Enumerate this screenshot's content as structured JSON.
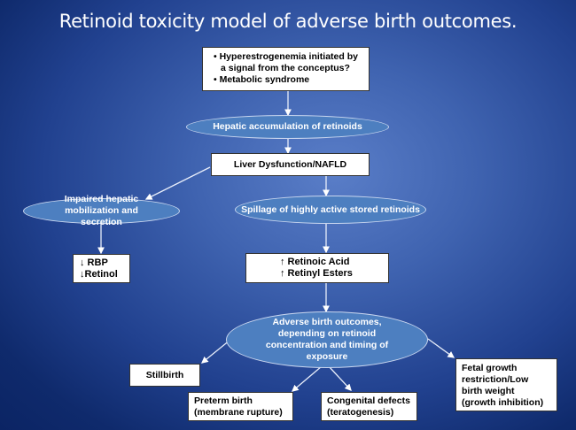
{
  "title": "Retinoid toxicity model of adverse birth outcomes.",
  "nodes": {
    "trigger": {
      "lines": [
        "• Hyperestrogenemia initiated by",
        "a signal from the conceptus?",
        "• Metabolic syndrome"
      ]
    },
    "hepatic_accumulation": {
      "label": "Hepatic accumulation of retinoids"
    },
    "liver_dysfunction": {
      "label": "Liver Dysfunction/NAFLD"
    },
    "impaired_mobilization": {
      "label": "Impaired hepatic mobilization and secretion"
    },
    "spillage": {
      "label": "Spillage of highly active stored retinoids"
    },
    "decrease_box": {
      "lines": [
        "↓ RBP",
        "↓Retinol"
      ]
    },
    "increase_box": {
      "lines": [
        "↑ Retinoic Acid",
        "↑ Retinyl Esters"
      ]
    },
    "adverse_outcomes": {
      "label": "Adverse birth outcomes, depending on retinoid concentration and timing of exposure"
    },
    "stillbirth": {
      "label": "Stillbirth"
    },
    "preterm": {
      "lines": [
        "Preterm birth",
        "(membrane rupture)"
      ]
    },
    "congenital": {
      "lines": [
        "Congenital defects",
        "(teratogenesis)"
      ]
    },
    "fetal_growth": {
      "lines": [
        "Fetal growth",
        "restriction/Low",
        "birth weight",
        "(growth inhibition)"
      ]
    }
  }
}
